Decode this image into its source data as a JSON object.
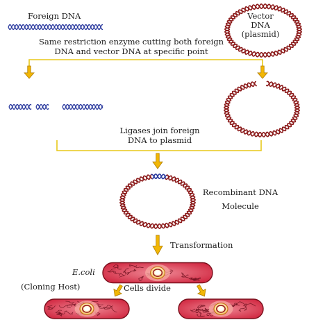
{
  "labels": {
    "foreign_dna": "Foreign DNA",
    "vector_line1": "Vector",
    "vector_line2": "DNA",
    "vector_line3": "(plasmid)",
    "restriction_line1": "Same restriction enzyme cutting both foreign",
    "restriction_line2": "DNA and vector DNA at specific point",
    "ligase_line1": "Ligases join foreign",
    "ligase_line2": "DNA to plasmid",
    "recombinant_line1": "Recombinant  DNA",
    "recombinant_line2": "Molecule",
    "transformation": "Transformation",
    "ecoli": "E.coli",
    "cloning_host": "(Cloning Host)",
    "cells_divide": "Cells divide"
  },
  "colors": {
    "plasmid": "#8b1a1a",
    "foreign_dna": "#2b3a9e",
    "arrow_fill": "#f2b705",
    "arrow_stroke": "#b07d00",
    "bracket": "#e8c81a",
    "cell_fill": "#d6334a",
    "cell_stroke": "#7a0f1c",
    "nucleus": "#fff3d6"
  },
  "icons": [
    "dna-helix-icon",
    "plasmid-ring-icon",
    "down-arrow-icon",
    "bacterium-cell-icon"
  ]
}
